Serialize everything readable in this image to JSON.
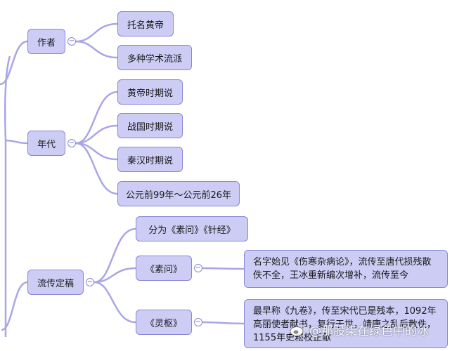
{
  "colors": {
    "line": "#a9a5e8",
    "node_fill": "#ccccf5",
    "node_border": "#8a86d9"
  },
  "mindmap": {
    "branches": [
      {
        "label": "作者",
        "children": [
          {
            "label": "托名黄帝"
          },
          {
            "label": "多种学术流派"
          }
        ]
      },
      {
        "label": "年代",
        "children": [
          {
            "label": "黄帝时期说"
          },
          {
            "label": "战国时期说"
          },
          {
            "label": "秦汉时期说"
          },
          {
            "label": "公元前99年～公元前26年"
          }
        ]
      },
      {
        "label": "流传定稿",
        "children": [
          {
            "label": "分为《素问》《针经》"
          },
          {
            "label": "《素问》",
            "note": "名字始见《伤寒杂病论》，流传至唐代损残散佚不全，王冰重新编次增补，流传至今"
          },
          {
            "label": "《灵枢》",
            "note": "最早称《九卷》，传至宋代已是残本，1092年高丽使者献书，复行于世，靖康之乱后散佚，1155年史崧校正献"
          }
        ]
      }
    ],
    "toggle_symbol": "−"
  },
  "watermark": {
    "text": "@那股柒在绿色中的冰",
    "icon": "weibo-icon"
  }
}
